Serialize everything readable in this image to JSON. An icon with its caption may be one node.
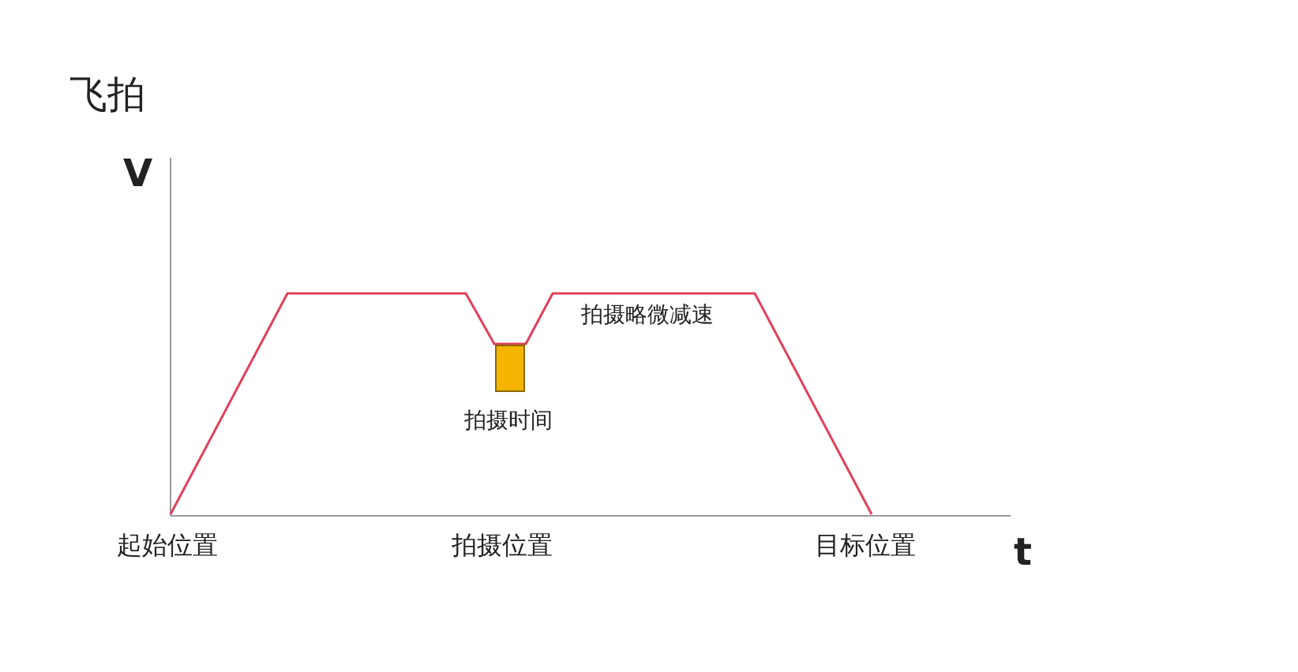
{
  "diagram": {
    "title": "飞拍",
    "labels": [
      "V",
      "拍摄略微减速",
      "拍摄时间",
      "起始位置",
      "拍摄位置",
      "目标位置",
      "t"
    ]
  }
}
